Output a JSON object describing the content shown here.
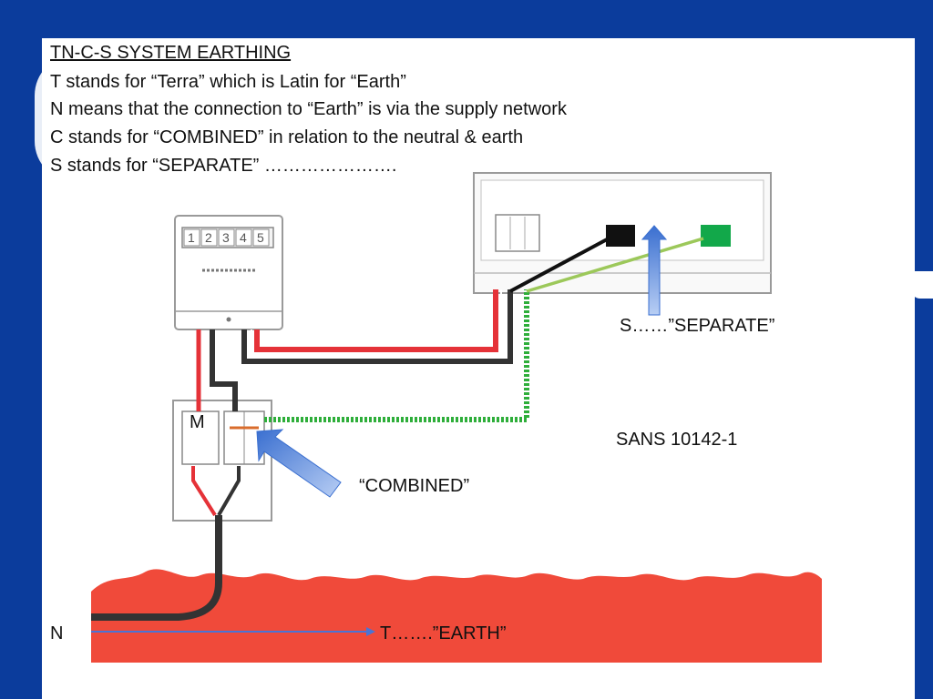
{
  "slide": {
    "title": "TN-C-S SYSTEM EARTHING",
    "lines": [
      "T stands for “Terra” which is Latin for “Earth”",
      "N means that the connection to “Earth” is via the supply network",
      "C stands for “COMBINED” in relation to the neutral & earth",
      "S stands for “SEPARATE” …………………."
    ]
  },
  "diagram": {
    "meter_digits": [
      "1",
      "2",
      "3",
      "4",
      "5"
    ],
    "labels": {
      "separate": "S……”SEPARATE”",
      "sans": "SANS 10142-1",
      "combined": "“COMBINED”",
      "m": "M",
      "n": "N",
      "earth": "T…….”EARTH”"
    }
  },
  "colors": {
    "background": "#0b3c9c",
    "live_wire": "#e53238",
    "neutral_wire": "#333333",
    "earth_wire": "#2eae3a",
    "earth_green_light": "#9cc85a",
    "ground": "#f04a3a",
    "arrow_blue": "#5a8ee0",
    "terminal_green": "#12a84a",
    "terminal_black": "#111111"
  }
}
